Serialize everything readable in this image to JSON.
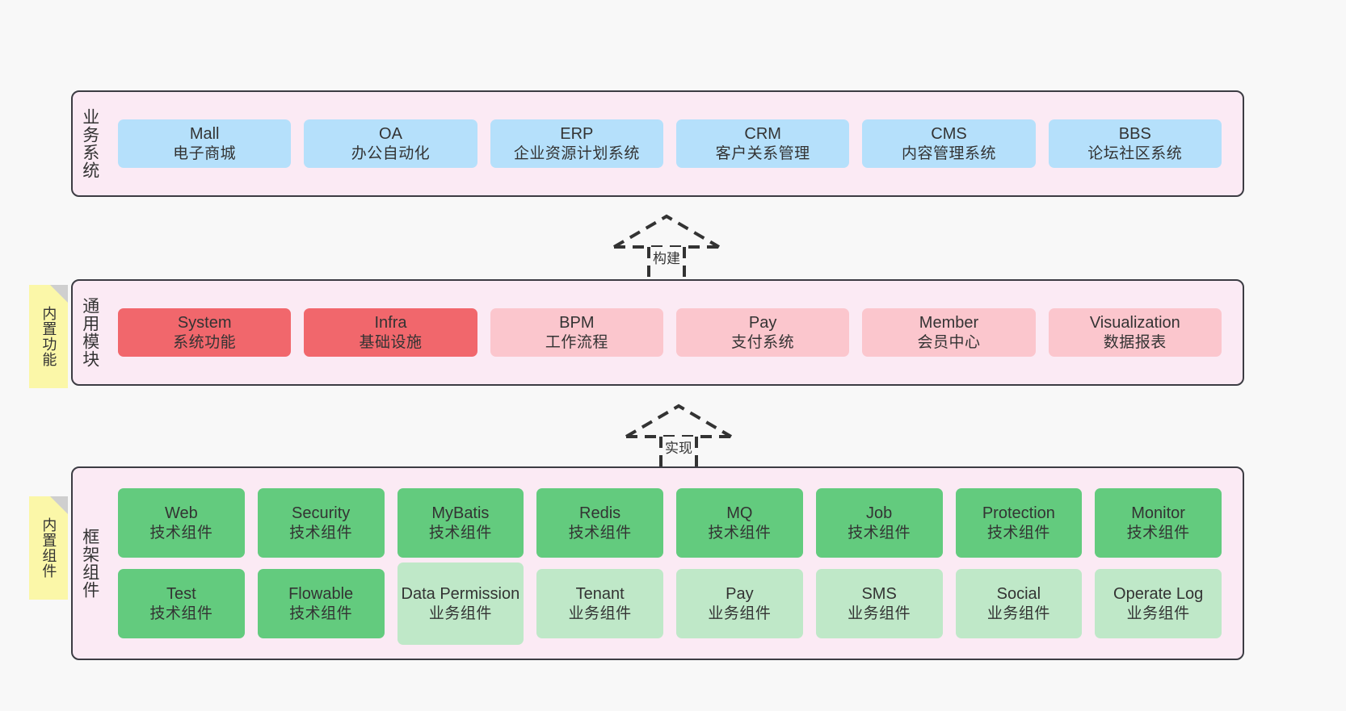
{
  "diagram": {
    "background_color": "#f8f8f8",
    "panel_color": "#fbeaf4",
    "panel_border_color": "#3c3c43"
  },
  "layers": [
    {
      "id": "business",
      "title": "业务系统",
      "card_color": "#b5e0fb",
      "cards": [
        {
          "en": "Mall",
          "cn": "电子商城"
        },
        {
          "en": "OA",
          "cn": "办公自动化"
        },
        {
          "en": "ERP",
          "cn": "企业资源计划系统"
        },
        {
          "en": "CRM",
          "cn": "客户关系管理"
        },
        {
          "en": "CMS",
          "cn": "内容管理系统"
        },
        {
          "en": "BBS",
          "cn": "论坛社区系统"
        }
      ]
    },
    {
      "id": "common-modules",
      "title": "通用模块",
      "sticky": "内置功能",
      "sticky_color": "#fbf7a8",
      "cards": [
        {
          "en": "System",
          "cn": "系统功能",
          "color": "#f1676c"
        },
        {
          "en": "Infra",
          "cn": "基础设施",
          "color": "#f1676c"
        },
        {
          "en": "BPM",
          "cn": "工作流程",
          "color": "#fbc6cd"
        },
        {
          "en": "Pay",
          "cn": "支付系统",
          "color": "#fbc6cd"
        },
        {
          "en": "Member",
          "cn": "会员中心",
          "color": "#fbc6cd"
        },
        {
          "en": "Visualization",
          "cn": "数据报表",
          "color": "#fbc6cd"
        }
      ]
    },
    {
      "id": "framework-components",
      "title": "框架组件",
      "sticky": "内置组件",
      "sticky_color": "#fbf7a8",
      "rows": [
        {
          "id": "tech-row",
          "cards": [
            {
              "en": "Web",
              "cn": "技术组件",
              "color": "#63cb7e"
            },
            {
              "en": "Security",
              "cn": "技术组件",
              "color": "#63cb7e"
            },
            {
              "en": "MyBatis",
              "cn": "技术组件",
              "color": "#63cb7e"
            },
            {
              "en": "Redis",
              "cn": "技术组件",
              "color": "#63cb7e"
            },
            {
              "en": "MQ",
              "cn": "技术组件",
              "color": "#63cb7e"
            },
            {
              "en": "Job",
              "cn": "技术组件",
              "color": "#63cb7e"
            },
            {
              "en": "Protection",
              "cn": "技术组件",
              "color": "#63cb7e"
            },
            {
              "en": "Monitor",
              "cn": "技术组件",
              "color": "#63cb7e"
            }
          ]
        },
        {
          "id": "business-row",
          "cards": [
            {
              "en": "Test",
              "cn": "技术组件",
              "color": "#63cb7e"
            },
            {
              "en": "Flowable",
              "cn": "技术组件",
              "color": "#63cb7e"
            },
            {
              "en": "Data Permission",
              "cn": "业务组件",
              "color": "#bfe8c8"
            },
            {
              "en": "Tenant",
              "cn": "业务组件",
              "color": "#bfe8c8"
            },
            {
              "en": "Pay",
              "cn": "业务组件",
              "color": "#bfe8c8"
            },
            {
              "en": "SMS",
              "cn": "业务组件",
              "color": "#bfe8c8"
            },
            {
              "en": "Social",
              "cn": "业务组件",
              "color": "#bfe8c8"
            },
            {
              "en": "Operate Log",
              "cn": "业务组件",
              "color": "#bfe8c8"
            }
          ]
        }
      ]
    }
  ],
  "connectors": [
    {
      "id": "build",
      "label": "构建",
      "style": "dashed-generalization"
    },
    {
      "id": "implement",
      "label": "实现",
      "style": "dashed-generalization"
    }
  ]
}
